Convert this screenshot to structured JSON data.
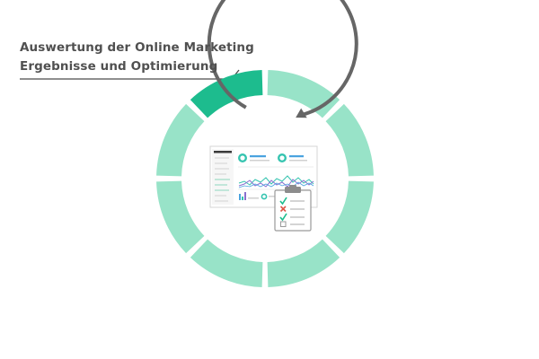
{
  "title": {
    "line1": "Auswertung der Online Marketing",
    "line2": "Ergebnisse und Optimierung"
  },
  "ring": {
    "segment_count": 8,
    "highlighted_segment": 1,
    "colors": {
      "highlight": "#1dbc8e",
      "segment": "#98e3c8",
      "arrow": "#666666",
      "leader_line": "#4a4a4a"
    }
  },
  "illustration": {
    "subject": "analytics dashboard with checklist clipboard",
    "checklist": [
      "check",
      "cross",
      "check",
      "empty"
    ],
    "colors": {
      "check": "#1dbc8e",
      "cross": "#e05548",
      "chart_teal": "#35c4b0",
      "chart_purple": "#8a6fcf",
      "chart_blue": "#4aa3df"
    }
  }
}
